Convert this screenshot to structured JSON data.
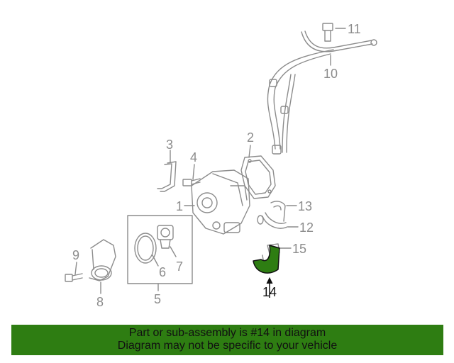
{
  "diagram": {
    "callouts": [
      "1",
      "2",
      "3",
      "4",
      "5",
      "6",
      "7",
      "8",
      "9",
      "10",
      "11",
      "12",
      "13",
      "14",
      "15"
    ],
    "highlight_part": "14",
    "colors": {
      "part_lines": "#8c8c8c",
      "highlight": "#2e7d12",
      "banner": "#2e7d12"
    }
  },
  "banner": {
    "line1": "Part or sub-assembly is #14 in diagram",
    "line2": "Diagram may not be specific to your vehicle"
  }
}
